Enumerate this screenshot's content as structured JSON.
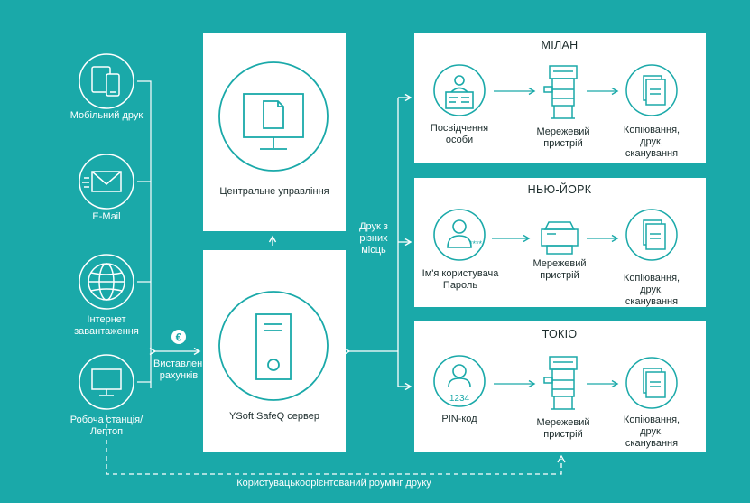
{
  "colors": {
    "background": "#1aa9a9",
    "accent": "#1aa9a9",
    "panel": "#ffffff",
    "text_dark": "#1b2b2b",
    "text_light": "#ffffff"
  },
  "sources": [
    {
      "label": "Мобільний друк",
      "icon": "mobile-devices-icon"
    },
    {
      "label": "E-Mail",
      "icon": "envelope-icon"
    },
    {
      "label": "Інтернет завантаження",
      "icon": "globe-icon"
    },
    {
      "label": "Робоча станція/ Лептоп",
      "icon": "monitor-icon"
    }
  ],
  "billing": {
    "label": "Виставлення рахунків",
    "symbol": "€",
    "icon": "euro-icon"
  },
  "central": {
    "label": "Центральне управління",
    "icon": "monitor-document-icon"
  },
  "server": {
    "label": "YSoft SafeQ сервер",
    "icon": "server-tower-icon"
  },
  "print_from_places": "Друк з різних місць",
  "roaming": "Користувацькоорієнтований роумінг друку",
  "sites": [
    {
      "city": "МІЛАН",
      "auth": "Посвідчення особи",
      "auth_icon": "id-card-icon",
      "device": "Мережевий пристрій",
      "device_icon": "multifunction-printer-icon",
      "result": "Копіювання, друк, сканування",
      "result_icon": "documents-icon"
    },
    {
      "city": "НЬЮ-ЙОРК",
      "auth": "Ім'я користувача Пароль",
      "auth_icon": "user-password-icon",
      "device": "Мережевий пристрій",
      "device_icon": "desktop-printer-icon",
      "result": "Копіювання, друк, сканування",
      "result_icon": "documents-icon"
    },
    {
      "city": "ТОКІО",
      "auth": "PIN-код",
      "auth_icon": "user-pin-icon",
      "pin": "1234",
      "device": "Мережевий пристрій",
      "device_icon": "multifunction-printer-icon",
      "result": "Копіювання, друк, сканування",
      "result_icon": "documents-icon"
    }
  ]
}
